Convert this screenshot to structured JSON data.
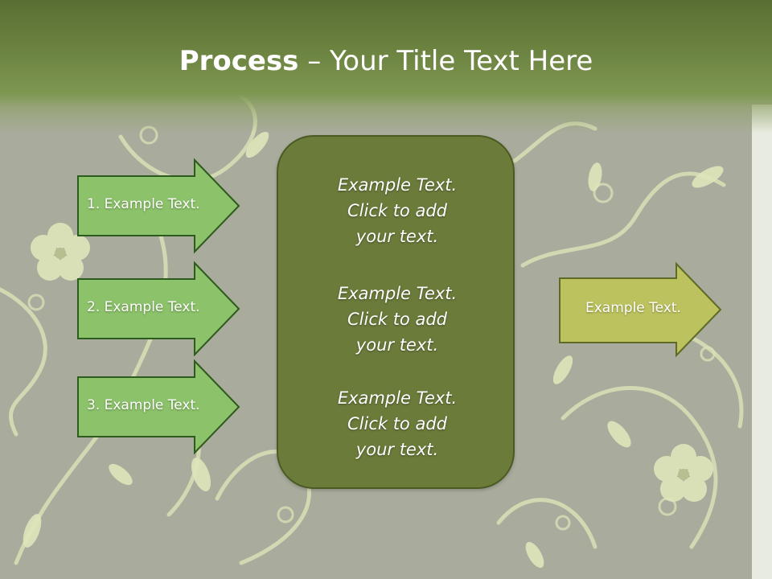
{
  "slide": {
    "title_bold": "Process",
    "title_rest": " – Your Title Text Here"
  },
  "left_arrows": [
    {
      "label": "1. Example Text."
    },
    {
      "label": "2. Example Text."
    },
    {
      "label": "3. Example Text."
    }
  ],
  "center": {
    "paragraphs": [
      {
        "line1": "Example Text.",
        "line2": "Click  to add",
        "line3": "your text."
      },
      {
        "line1": "Example Text.",
        "line2": "Click  to add",
        "line3": "your text."
      },
      {
        "line1": "Example Text.",
        "line2": "Click  to add",
        "line3": "your text."
      }
    ]
  },
  "right_arrow": {
    "label": "Example Text."
  },
  "colors": {
    "header": "#6b8240",
    "left_arrow_fill": "#8cc26a",
    "center_fill": "#6b7b3a",
    "right_arrow_fill": "#bcc25e"
  }
}
